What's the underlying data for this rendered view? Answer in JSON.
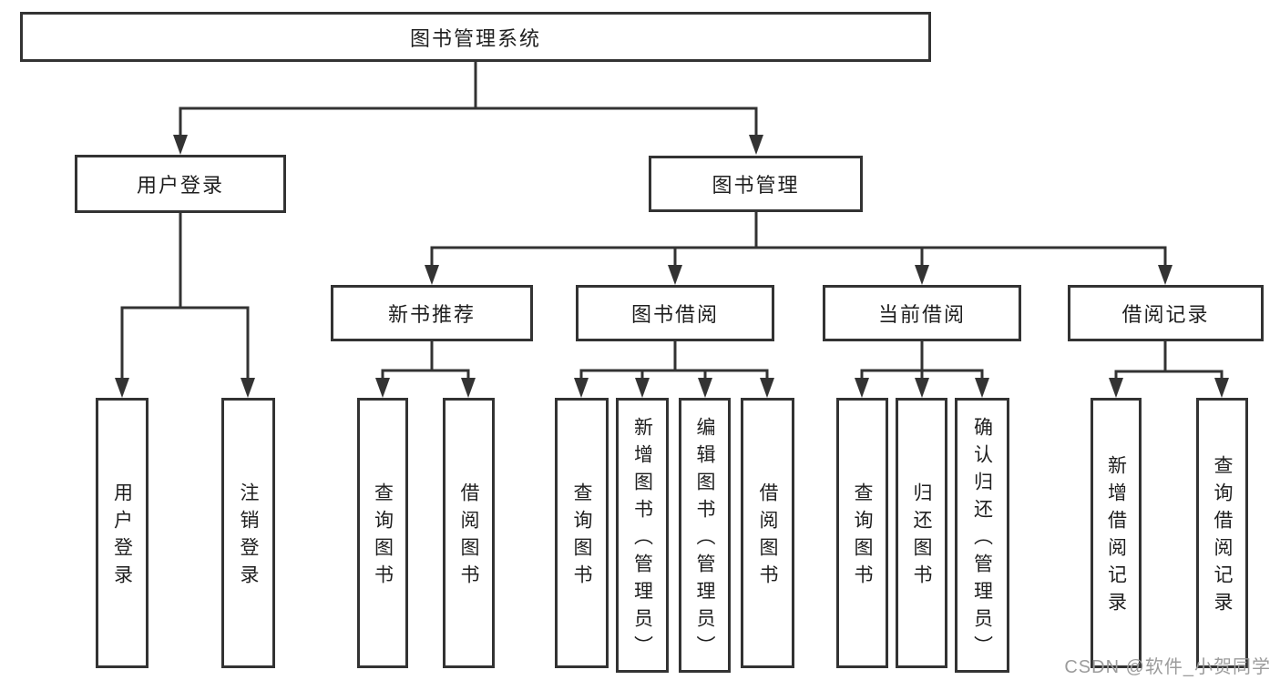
{
  "diagram": {
    "root_label": "图书管理系统",
    "level2": [
      {
        "label": "用户登录",
        "children": [
          {
            "label": "用户登录"
          },
          {
            "label": "注销登录"
          }
        ]
      },
      {
        "label": "图书管理",
        "groups": [
          {
            "label": "新书推荐",
            "children": [
              {
                "label": "查询图书"
              },
              {
                "label": "借阅图书"
              }
            ]
          },
          {
            "label": "图书借阅",
            "children": [
              {
                "label": "查询图书"
              },
              {
                "label": "新增图书（管理员）"
              },
              {
                "label": "编辑图书（管理员）"
              },
              {
                "label": "借阅图书"
              }
            ]
          },
          {
            "label": "当前借阅",
            "children": [
              {
                "label": "查询图书"
              },
              {
                "label": "归还图书"
              },
              {
                "label": "确认归还（管理员）"
              }
            ]
          },
          {
            "label": "借阅记录",
            "children": [
              {
                "label": "新增借阅记录"
              },
              {
                "label": "查询借阅记录"
              }
            ]
          }
        ]
      }
    ]
  },
  "watermark": {
    "text": "CSDN @软件_小贺同学"
  },
  "colors": {
    "line": "#333333",
    "box_border": "#333333",
    "text": "#1f1f1f",
    "watermark": "#9c9c9c",
    "background": "#ffffff"
  }
}
